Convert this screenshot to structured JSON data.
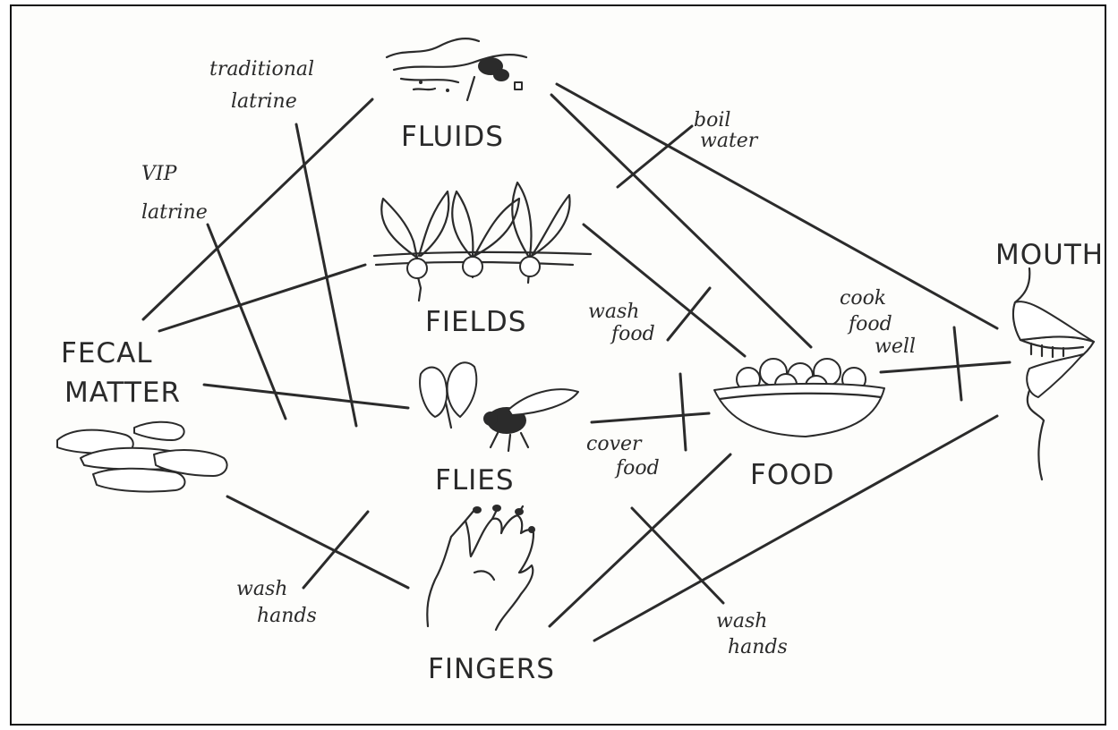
{
  "nodes": {
    "fluids": "FLUIDS",
    "fields": "FIELDS",
    "fecal_line1": "FECAL",
    "fecal_line2": "MATTER",
    "flies": "FLIES",
    "fingers": "FINGERS",
    "food": "FOOD",
    "mouth": "MOUTH"
  },
  "barriers": {
    "traditional_latrine": [
      "traditional",
      "latrine"
    ],
    "vip_latrine": [
      "VIP",
      "latrine"
    ],
    "boil_water": [
      "boil",
      "water"
    ],
    "wash_food": [
      "wash",
      "food"
    ],
    "cover_food": [
      "cover",
      "food"
    ],
    "cook_food_well": [
      "cook",
      "food",
      "well"
    ],
    "wash_hands_left": [
      "wash",
      "hands"
    ],
    "wash_hands_right": [
      "wash",
      "hands"
    ]
  },
  "icons": [
    "puddle-fly-icon",
    "root-vegetables-icon",
    "feces-icon",
    "fly-icon",
    "hand-icon",
    "food-bowl-icon",
    "mouth-icon"
  ]
}
